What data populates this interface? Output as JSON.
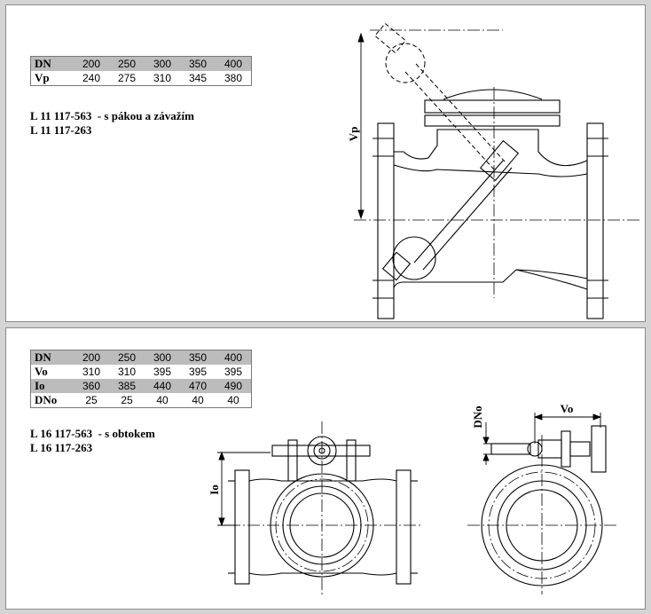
{
  "panel1": {
    "table": {
      "rows": [
        {
          "head": "DN",
          "values": [
            "200",
            "250",
            "300",
            "350",
            "400"
          ]
        },
        {
          "head": "Vp",
          "values": [
            "240",
            "275",
            "310",
            "345",
            "380"
          ]
        }
      ]
    },
    "models": [
      "L 11 117-563  - s pákou a závažím",
      "L 11 117-263"
    ],
    "dim_label": "Vp"
  },
  "panel2": {
    "table": {
      "rows": [
        {
          "head": "DN",
          "values": [
            "200",
            "250",
            "300",
            "350",
            "400"
          ]
        },
        {
          "head": "Vo",
          "values": [
            "310",
            "310",
            "395",
            "395",
            "395"
          ]
        },
        {
          "head": "Io",
          "values": [
            "360",
            "385",
            "440",
            "470",
            "490"
          ]
        },
        {
          "head": "DNo",
          "values": [
            "25",
            "25",
            "40",
            "40",
            "40"
          ]
        }
      ]
    },
    "models": [
      "L 16 117-563  - s obtokem",
      "L 16 117-263"
    ],
    "dim_labels": {
      "io": "Io",
      "dno": "DNo",
      "vo": "Vo"
    }
  }
}
